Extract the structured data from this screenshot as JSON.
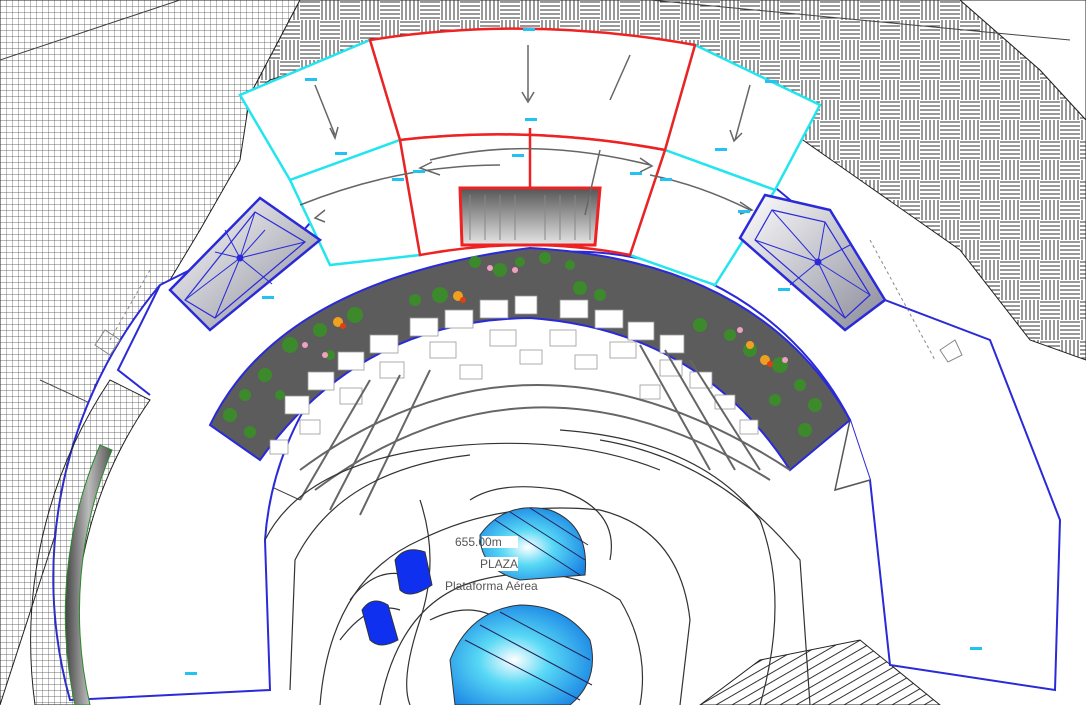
{
  "labels": {
    "elevation": "655.00m",
    "area_name": "PLAZA",
    "area_subtitle": "Plataforma Aérea"
  },
  "colors": {
    "red_outline": "#ee2222",
    "cyan_outline": "#22e5ee",
    "blue_outline": "#2a2ad8",
    "paving_dark": "#5c5c5c",
    "water_cyan": "#22c3f0",
    "water_blue": "#1030f0",
    "vegetation_green": "#3c8a2c",
    "flower_orange": "#f0a020",
    "hatch_line": "#333333"
  },
  "icons": [
    "flow-arrow-icon",
    "tree-icon",
    "flower-icon",
    "column-icon"
  ]
}
